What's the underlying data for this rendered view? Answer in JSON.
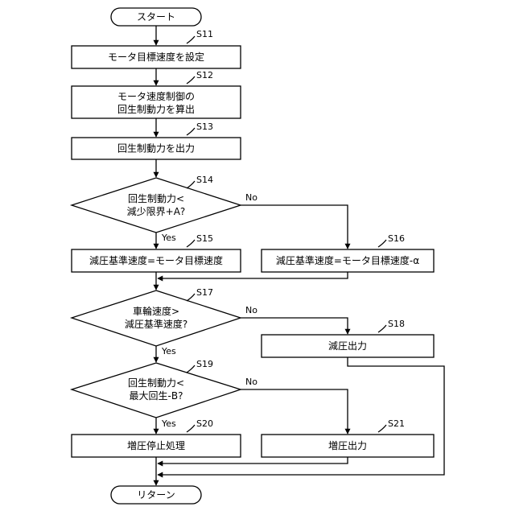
{
  "nodes": {
    "start": {
      "text": "スタート"
    },
    "s11": {
      "step": "S11",
      "text": "モータ目標速度を設定"
    },
    "s12": {
      "step": "S12",
      "lines": [
        "モータ速度制御の",
        "回生制動力を算出"
      ]
    },
    "s13": {
      "step": "S13",
      "text": "回生制動力を出力"
    },
    "s14": {
      "step": "S14",
      "lines": [
        "回生制動力<",
        "減少限界+A?"
      ]
    },
    "s15": {
      "step": "S15",
      "text": "減圧基準速度=モータ目標速度"
    },
    "s16": {
      "step": "S16",
      "text": "減圧基準速度=モータ目標速度-α"
    },
    "s17": {
      "step": "S17",
      "lines": [
        "車輪速度>",
        "減圧基準速度?"
      ]
    },
    "s18": {
      "step": "S18",
      "text": "減圧出力"
    },
    "s19": {
      "step": "S19",
      "lines": [
        "回生制動力<",
        "最大回生-B?"
      ]
    },
    "s20": {
      "step": "S20",
      "text": "増圧停止処理"
    },
    "s21": {
      "step": "S21",
      "text": "増圧出力"
    },
    "end": {
      "text": "リターン"
    }
  },
  "branches": {
    "s14_yes": "Yes",
    "s14_no": "No",
    "s17_yes": "Yes",
    "s17_no": "No",
    "s19_yes": "Yes",
    "s19_no": "No"
  }
}
